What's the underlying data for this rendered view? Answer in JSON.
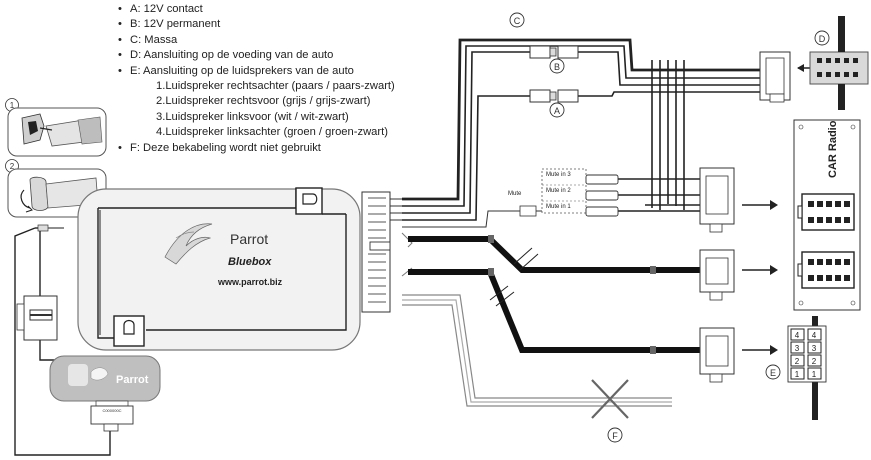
{
  "legend": {
    "a": "A: 12V contact",
    "b": "B: 12V permanent",
    "c": "C: Massa",
    "d": "D: Aansluiting op de voeding van de auto",
    "e": "E: Aansluiting op de luidsprekers van de auto",
    "e1": "1.Luidspreker rechtsachter (paars / paars-zwart)",
    "e2": "2.Luidspreker rechtsvoor (grijs / grijs-zwart)",
    "e3": "3.Luidspreker linksvoor (wit / wit-zwart)",
    "e4": "4.Luidspreker linksachter (groen / groen-zwart)",
    "f": "F: Deze bekabeling wordt niet gebruikt"
  },
  "box": {
    "brand": "Parrot",
    "model": "Bluebox",
    "url": "www.parrot.biz"
  },
  "display_unit": {
    "brand": "Parrot",
    "plug_code": "C000000C"
  },
  "steps": {
    "one": "1",
    "two": "2"
  },
  "markers": {
    "a": "A",
    "b": "B",
    "c": "C",
    "d": "D",
    "e": "E",
    "f": "F"
  },
  "mute": {
    "label": "Mute",
    "in3": "Mute in 3",
    "in2": "Mute in 2",
    "in1": "Mute in 1"
  },
  "car_radio": "CAR Radio",
  "pin_numbers": {
    "left": [
      "4",
      "3",
      "2",
      "1"
    ],
    "right": [
      "4",
      "3",
      "2",
      "1"
    ]
  }
}
